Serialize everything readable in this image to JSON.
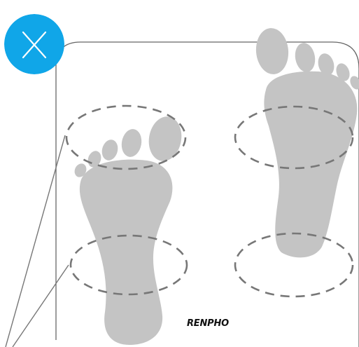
{
  "brand": {
    "label": "RENPHO"
  },
  "close_button": {
    "icon": "close-icon"
  },
  "colors": {
    "close_badge": "#10A6E8",
    "close_glyph": "#ffffff",
    "footprint": "#C4C4C4",
    "scale_outline": "#666666",
    "electrode_zone_dash": "#777777",
    "leader_line": "#777777",
    "background": "#ffffff"
  },
  "scale": {
    "footprints": [
      "left-foot",
      "right-foot"
    ],
    "electrode_zones": [
      "left-toe-zone",
      "left-heel-zone",
      "right-toe-zone",
      "right-heel-zone"
    ]
  }
}
